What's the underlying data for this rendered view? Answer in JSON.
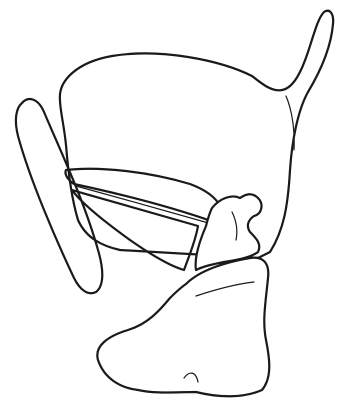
{
  "figure": {
    "style": "black-and-white line drawing",
    "parts": [
      {
        "id": "thyroid-cartilage",
        "shading": "none"
      },
      {
        "id": "epiglottis",
        "shading": "stippled"
      },
      {
        "id": "upper-fold",
        "shading": "hatched"
      },
      {
        "id": "lower-fold",
        "shading": "hatched"
      },
      {
        "id": "arytenoid-cartilage",
        "shading": "none"
      },
      {
        "id": "cricoid-cartilage",
        "shading": "none"
      }
    ],
    "colors": {
      "ink": "#1a1a1a",
      "paper": "#ffffff",
      "hatch": "#7a7a7a",
      "stipple": "#444444"
    }
  }
}
